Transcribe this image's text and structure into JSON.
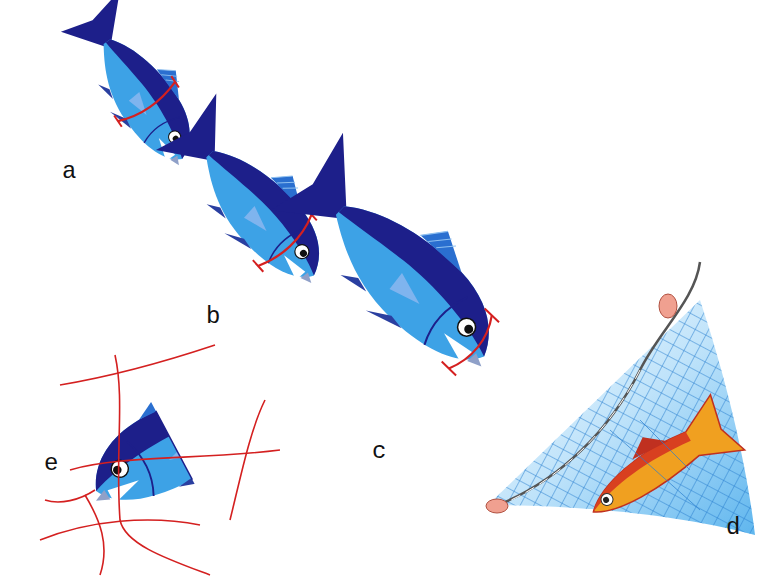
{
  "diagram": {
    "labels": [
      "a",
      "b",
      "c",
      "e",
      "d"
    ]
  }
}
